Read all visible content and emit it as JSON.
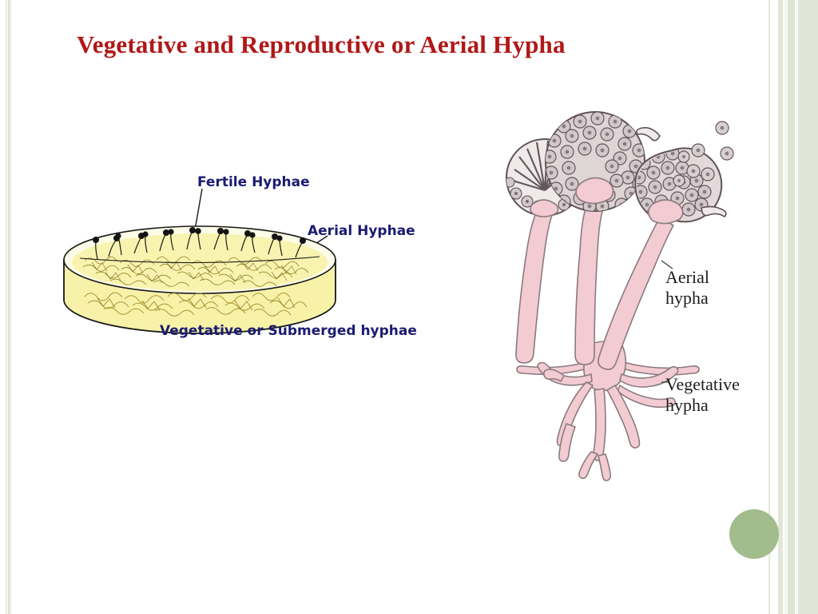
{
  "slide": {
    "title": "Vegetative  and Reproductive or Aerial Hypha",
    "title_color": "#b01818",
    "background_color": "#ffffff"
  },
  "theme": {
    "accent_green": "#a3bc8c",
    "stripe_green": "#dfe5d5",
    "label_blue": "#1b1b72",
    "label_black": "#1d1d1d"
  },
  "figures": {
    "petri_dish": {
      "caption_labels": {
        "fertile_hyphae": "Fertile Hyphae",
        "aerial_hyphae": "Aerial Hyphae",
        "vegetative_hyphae": "Vegetative or Submerged hyphae"
      },
      "colors": {
        "agar": "#f7f2a8",
        "agar_shade": "#efe98f",
        "outline": "#1a1a1a",
        "submerged_hyphae": "#b9a23c"
      }
    },
    "aerial_hypha": {
      "labels": {
        "aerial": "Aerial\nhypha",
        "vegetative": "Vegetative\nhypha"
      },
      "colors": {
        "stalk_fill": "#f3cbd3",
        "stalk_outline": "#8a7b7f",
        "sporangium_fill": "#c8bcbf",
        "sporangium_outline": "#6d6065",
        "spore_fill": "#d8cfd1"
      },
      "sporangia_count": 3,
      "free_spores_count": 7
    }
  },
  "decoration": {
    "corner_dot": "circle-accent",
    "left_stripes": 3,
    "right_stripes": 7
  }
}
